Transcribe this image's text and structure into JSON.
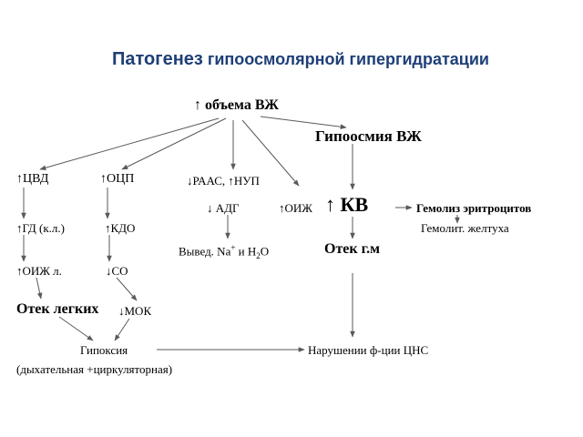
{
  "title": {
    "part1": "Патогенез",
    "part2": " гипоосмолярной гипергидратации"
  },
  "nodes": {
    "volume_vzh": "↑ объема ВЖ",
    "hypoosmia_vzh": "Гипоосмия ВЖ",
    "tsvd": "↑ЦВД",
    "otsp": "↑ОЦП",
    "raas_nup": "↓РААС, ↑НУП",
    "adg": "↓ АДГ",
    "oizh": "↑ОИЖ",
    "kv": "↑ КВ",
    "hemolysis": "Гемолиз эритроцитов",
    "gd": "↑ГД (к.л.)",
    "kdo": "↑КДО",
    "hemolytic_jaundice": "Гемолит. желтуха",
    "excretion_prefix": "Вывед. Na",
    "excretion_sup": "+",
    "excretion_mid": " и H",
    "excretion_sub": "2",
    "excretion_suffix": "O",
    "brain_edema": "Отек г.м",
    "oizh_l": "↑ОИЖ л.",
    "so": "↓СО",
    "lung_edema": "Отек легких",
    "mok": "↓МОК",
    "hypoxia": "Гипоксия",
    "hypoxia_type": "(дыхательная +циркуляторная)",
    "cns_disorder": "Нарушении ф-ции ЦНС"
  }
}
